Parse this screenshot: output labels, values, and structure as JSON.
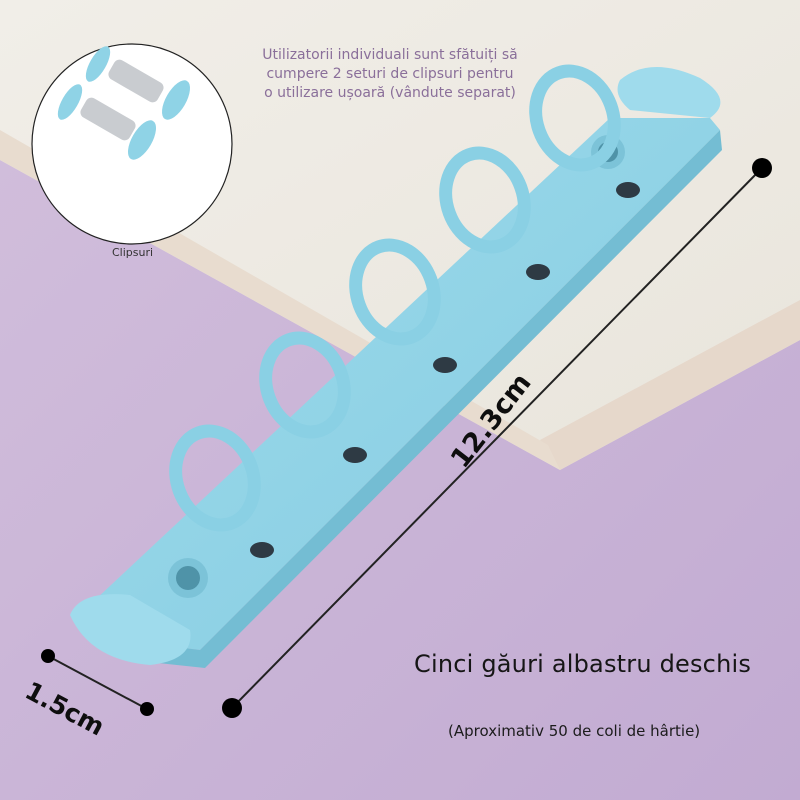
{
  "product": {
    "title": "Cinci găuri albastru deschis",
    "subtitle": "(Aproximativ 50 de coli de hârtie)",
    "color_name": "albastru deschis",
    "ring_count": 5
  },
  "advice_note": {
    "line1": "Utilizatorii individuali sunt sfătuiți să",
    "line2": "cumpere 2 seturi de clipsuri pentru",
    "line3": "o utilizare ușoară (vândute separat)"
  },
  "inset": {
    "label": "Clipsuri",
    "item_count": 2
  },
  "dimensions": {
    "length": "12.3cm",
    "width": "1.5cm"
  },
  "colors": {
    "background": "#c9b3d6",
    "paper": "#eeebe4",
    "paper_edge": "#e4d6c9",
    "binder": "#8fd3e6",
    "binder_shadow": "#6bb8cf",
    "note_text": "#8a6f9a",
    "marker": "#000000"
  }
}
